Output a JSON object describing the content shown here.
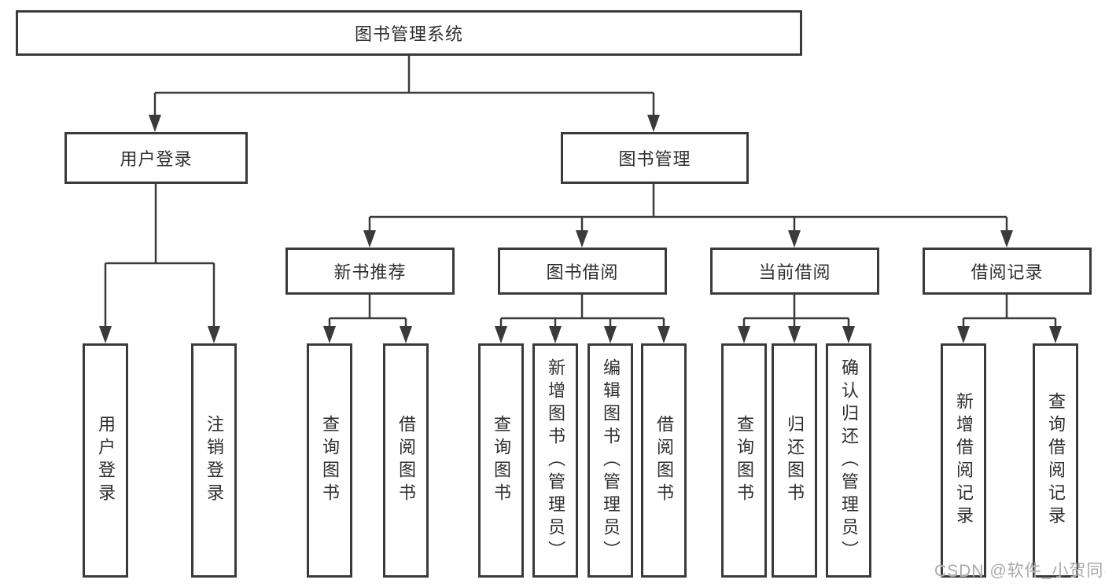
{
  "tree": {
    "root": {
      "label": "图书管理系统",
      "children": [
        {
          "label": "用户登录",
          "children": [
            {
              "label": "用户登录"
            },
            {
              "label": "注销登录"
            }
          ]
        },
        {
          "label": "图书管理",
          "children": [
            {
              "label": "新书推荐",
              "children": [
                {
                  "label": "查询图书"
                },
                {
                  "label": "借阅图书"
                }
              ]
            },
            {
              "label": "图书借阅",
              "children": [
                {
                  "label": "查询图书"
                },
                {
                  "label": "新增图书（管理员）"
                },
                {
                  "label": "编辑图书（管理员）"
                },
                {
                  "label": "借阅图书"
                }
              ]
            },
            {
              "label": "当前借阅",
              "children": [
                {
                  "label": "查询图书"
                },
                {
                  "label": "归还图书"
                },
                {
                  "label": "确认归还（管理员）"
                }
              ]
            },
            {
              "label": "借阅记录",
              "children": [
                {
                  "label": "新增借阅记录"
                },
                {
                  "label": "查询借阅记录"
                }
              ]
            }
          ]
        }
      ]
    }
  },
  "watermark": {
    "text": "CSDN @软件_小贺同学",
    "color": "#a9a9a9"
  },
  "style": {
    "line_color": "#3a3a3a",
    "box_border_color": "#3a3a3a",
    "text_color": "#2e2e2e",
    "background": "#ffffff"
  }
}
